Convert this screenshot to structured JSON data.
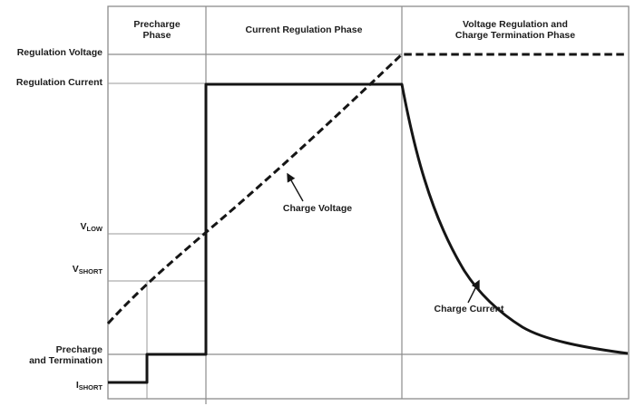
{
  "colors": {
    "background": "#ffffff",
    "curve": "#151515",
    "reference_lines": "#8c8c8c",
    "text": "#1c1c1c"
  },
  "axis_labels": {
    "regulation_voltage": "Regulation Voltage",
    "regulation_current": "Regulation Current",
    "v_low": {
      "main": "V",
      "sub": "LOW"
    },
    "v_short": {
      "main": "V",
      "sub": "SHORT"
    },
    "precharge_termination": {
      "line1": "Precharge",
      "line2": "and Termination"
    },
    "i_short": {
      "main": "I",
      "sub": "SHORT"
    }
  },
  "phase_headers": {
    "precharge": {
      "line1": "Precharge",
      "line2": "Phase"
    },
    "current_regulation": "Current Regulation Phase",
    "voltage_regulation": {
      "line1": "Voltage Regulation and",
      "line2": "Charge Termination Phase"
    }
  },
  "curve_labels": {
    "charge_voltage": "Charge Voltage",
    "charge_current": "Charge Current"
  },
  "chart_data": {
    "type": "line",
    "title": "",
    "xlabel": "",
    "ylabel": "",
    "grid": "reference lines only",
    "legend": "inline arrow annotations",
    "x_range_normalized": [
      0,
      1
    ],
    "y_range_normalized": [
      0,
      1
    ],
    "phases": [
      {
        "name": "Precharge Phase",
        "x_start": 0.0,
        "x_end": 0.188
      },
      {
        "name": "Current Regulation Phase",
        "x_start": 0.188,
        "x_end": 0.565
      },
      {
        "name": "Voltage Regulation and Charge Termination Phase",
        "x_start": 0.565,
        "x_end": 1.0
      }
    ],
    "y_levels": [
      {
        "label": "Regulation Voltage",
        "value": 1.0
      },
      {
        "label": "Regulation Current",
        "value": 0.92
      },
      {
        "label": "VLOW",
        "value": 0.48
      },
      {
        "label": "VSHORT",
        "value": 0.34
      },
      {
        "label": "Precharge and Termination",
        "value": 0.13
      },
      {
        "label": "ISHORT",
        "value": 0.05
      }
    ],
    "series": [
      {
        "name": "Charge Voltage",
        "line_style": "dashed",
        "points": [
          [
            0.0,
            0.22
          ],
          [
            0.075,
            0.34
          ],
          [
            0.188,
            0.48
          ],
          [
            0.565,
            1.0
          ],
          [
            1.0,
            1.0
          ]
        ]
      },
      {
        "name": "Charge Current",
        "line_style": "solid",
        "points": [
          [
            0.0,
            0.05
          ],
          [
            0.075,
            0.05
          ],
          [
            0.075,
            0.13
          ],
          [
            0.188,
            0.13
          ],
          [
            0.188,
            0.92
          ],
          [
            0.565,
            0.92
          ],
          [
            0.629,
            0.55
          ],
          [
            0.699,
            0.33
          ],
          [
            0.768,
            0.23
          ],
          [
            0.838,
            0.18
          ],
          [
            0.925,
            0.15
          ],
          [
            1.0,
            0.13
          ]
        ]
      }
    ]
  }
}
